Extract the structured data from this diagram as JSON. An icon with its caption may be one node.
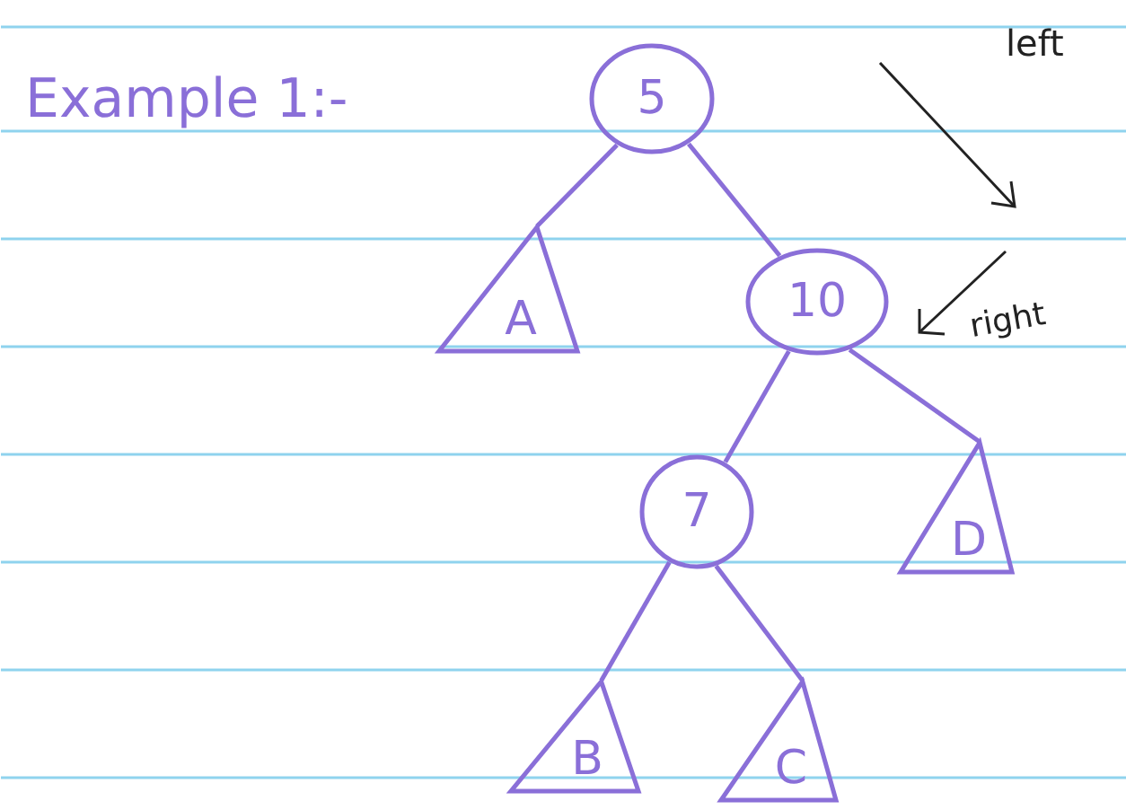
{
  "diagram": {
    "nodes": [
      {
        "text": [
          "5"
        ]
      },
      {
        "text": [
          "A"
        ]
      },
      {
        "text": [
          "10"
        ]
      },
      {
        "text": [
          "7"
        ]
      },
      {
        "text": [
          "D"
        ]
      },
      {
        "text": [
          "B"
        ]
      },
      {
        "text": [
          "C"
        ]
      }
    ],
    "edges": [
      {
        "from": 0,
        "to": 1,
        "arrow": "none"
      },
      {
        "from": 0,
        "to": 2,
        "arrow": "none"
      },
      {
        "from": 2,
        "to": 3,
        "arrow": "none"
      },
      {
        "from": 2,
        "to": 4,
        "arrow": "none"
      },
      {
        "from": 3,
        "to": 5,
        "arrow": "none"
      },
      {
        "from": 3,
        "to": 6,
        "arrow": "none"
      }
    ],
    "labels": [
      "Example 1:-",
      "left",
      "right"
    ]
  }
}
